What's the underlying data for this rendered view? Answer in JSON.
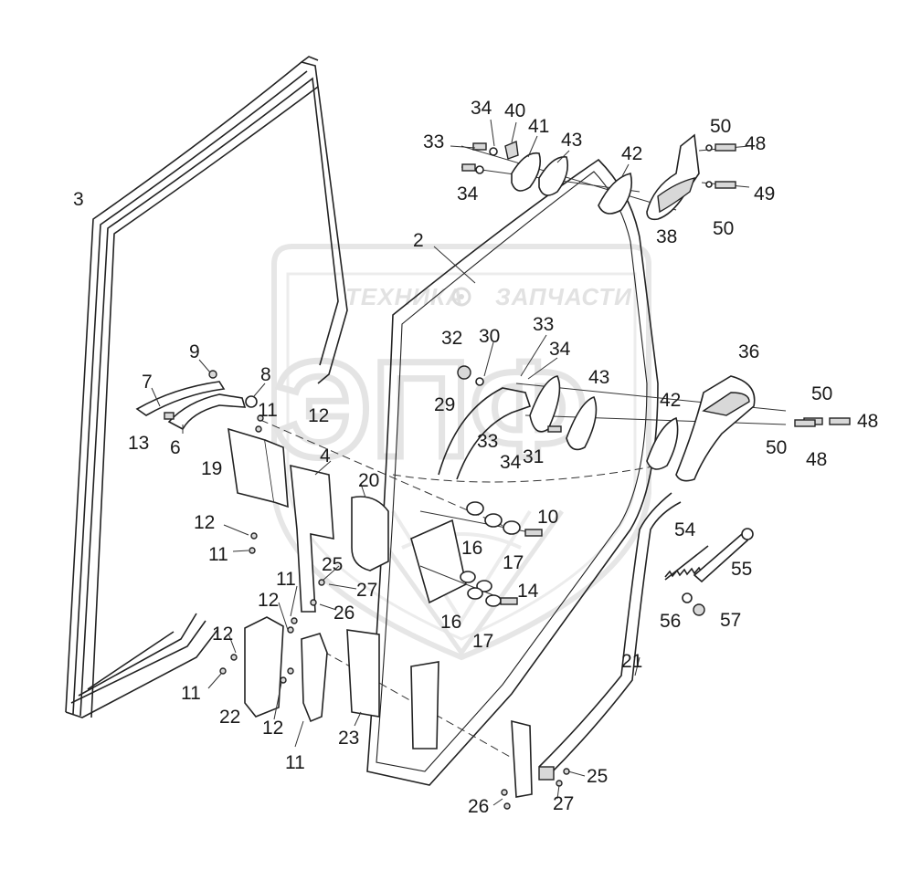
{
  "watermark": {
    "left_text": "ТЕХНИКА",
    "right_text": "ЗАПЧАСТИ",
    "logo_text": "ЭПФ"
  },
  "callouts": [
    {
      "id": "c3a",
      "text": "3"
    },
    {
      "id": "c2",
      "text": "2"
    },
    {
      "id": "c34a",
      "text": "34"
    },
    {
      "id": "c40",
      "text": "40"
    },
    {
      "id": "c41",
      "text": "41"
    },
    {
      "id": "c33a",
      "text": "33"
    },
    {
      "id": "c43a",
      "text": "43"
    },
    {
      "id": "c42a",
      "text": "42"
    },
    {
      "id": "c34b",
      "text": "34"
    },
    {
      "id": "c50a",
      "text": "50"
    },
    {
      "id": "c48a",
      "text": "48"
    },
    {
      "id": "c49",
      "text": "49"
    },
    {
      "id": "c50b",
      "text": "50"
    },
    {
      "id": "c38",
      "text": "38"
    },
    {
      "id": "c32",
      "text": "32"
    },
    {
      "id": "c30",
      "text": "30"
    },
    {
      "id": "c33b",
      "text": "33"
    },
    {
      "id": "c34c",
      "text": "34"
    },
    {
      "id": "c29",
      "text": "29"
    },
    {
      "id": "c43b",
      "text": "43"
    },
    {
      "id": "c42b",
      "text": "42"
    },
    {
      "id": "c36",
      "text": "36"
    },
    {
      "id": "c50c",
      "text": "50"
    },
    {
      "id": "c48b",
      "text": "48"
    },
    {
      "id": "c50d",
      "text": "50"
    },
    {
      "id": "c48c",
      "text": "48"
    },
    {
      "id": "c33c",
      "text": "33"
    },
    {
      "id": "c34d",
      "text": "34"
    },
    {
      "id": "c31",
      "text": "31"
    },
    {
      "id": "c9",
      "text": "9"
    },
    {
      "id": "c7",
      "text": "7"
    },
    {
      "id": "c8",
      "text": "8"
    },
    {
      "id": "c11a",
      "text": "11"
    },
    {
      "id": "c12a",
      "text": "12"
    },
    {
      "id": "c13",
      "text": "13"
    },
    {
      "id": "c6",
      "text": "6"
    },
    {
      "id": "c4",
      "text": "4"
    },
    {
      "id": "c19",
      "text": "19"
    },
    {
      "id": "c20",
      "text": "20"
    },
    {
      "id": "c10",
      "text": "10"
    },
    {
      "id": "c12b",
      "text": "12"
    },
    {
      "id": "c11b",
      "text": "11"
    },
    {
      "id": "c16a",
      "text": "16"
    },
    {
      "id": "c17a",
      "text": "17"
    },
    {
      "id": "c14",
      "text": "14"
    },
    {
      "id": "c16b",
      "text": "16"
    },
    {
      "id": "c17b",
      "text": "17"
    },
    {
      "id": "c25a",
      "text": "25"
    },
    {
      "id": "c11c",
      "text": "11"
    },
    {
      "id": "c27a",
      "text": "27"
    },
    {
      "id": "c12c",
      "text": "12"
    },
    {
      "id": "c26a",
      "text": "26"
    },
    {
      "id": "c12d",
      "text": "12"
    },
    {
      "id": "c11d",
      "text": "11"
    },
    {
      "id": "c22",
      "text": "22"
    },
    {
      "id": "c12e",
      "text": "12"
    },
    {
      "id": "c11e",
      "text": "11"
    },
    {
      "id": "c23",
      "text": "23"
    },
    {
      "id": "c54",
      "text": "54"
    },
    {
      "id": "c55",
      "text": "55"
    },
    {
      "id": "c56",
      "text": "56"
    },
    {
      "id": "c57",
      "text": "57"
    },
    {
      "id": "c21",
      "text": "21"
    },
    {
      "id": "c25b",
      "text": "25"
    },
    {
      "id": "c26b",
      "text": "26"
    },
    {
      "id": "c27b",
      "text": "27"
    }
  ]
}
